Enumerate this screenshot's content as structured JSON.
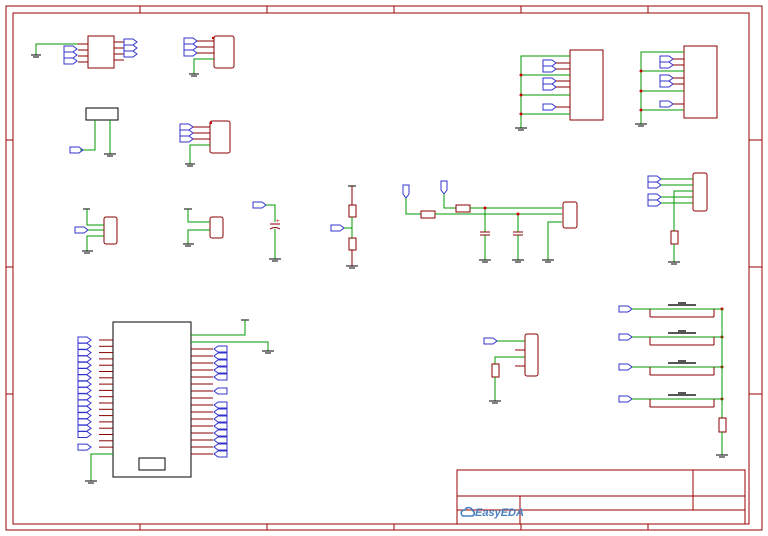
{
  "app": {
    "brand": "EasyEDA"
  },
  "colors": {
    "frame": "#990000",
    "wire": "#009900",
    "net_port": "#3333cc",
    "pin": "#880000",
    "ground": "#000000",
    "component_body": "#880000",
    "brand_blue": "#4a7fc1",
    "button": "#555555"
  },
  "schematic": {
    "components": [
      "so8-chip-topleft",
      "header-4pin-top",
      "regulator-sot",
      "header-4pin-mid",
      "header-3pin-left",
      "header-2pin",
      "electrolytic-cap",
      "voltage-divider",
      "rc-filter-network",
      "connector-header-right-1",
      "connector-header-right-2",
      "connector-header-5pin",
      "main-mcu-module",
      "header-4pin-lower",
      "push-button-array"
    ]
  }
}
